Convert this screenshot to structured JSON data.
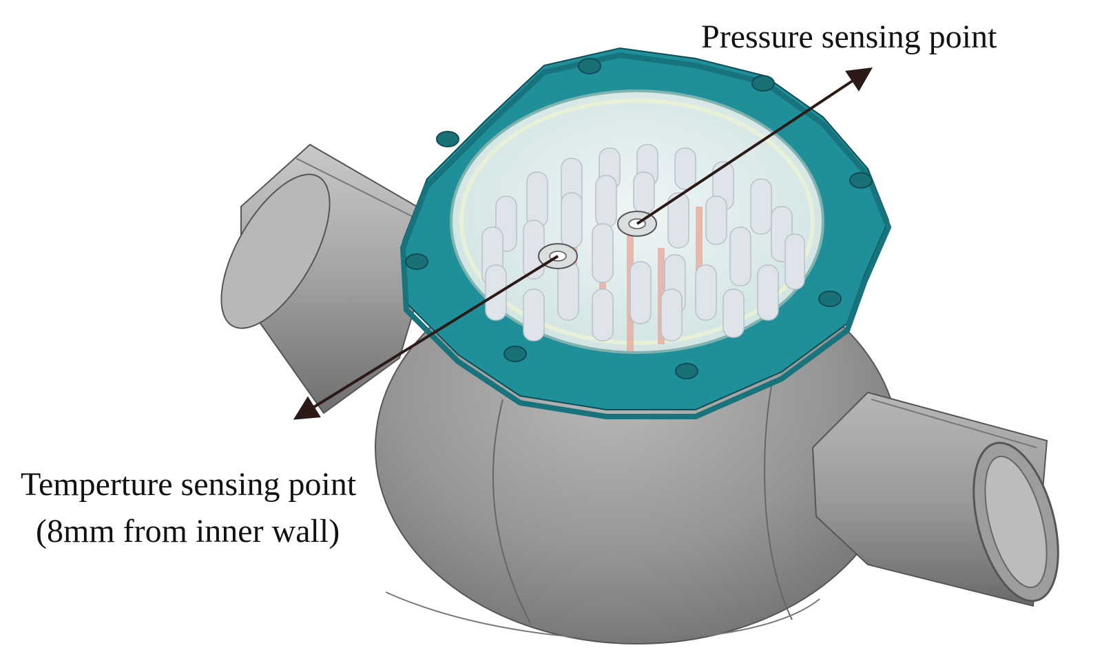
{
  "labels": {
    "pressure": "Pressure sensing point",
    "temperature_line1": "Temperture sensing point",
    "temperature_line2": "(8mm from inner wall)"
  },
  "colors": {
    "body_gray": "#8f8f8f",
    "flange_teal": "#1f8f9a",
    "glass": "#d6e8e6",
    "rods": "#dfe4ea",
    "heater_red": "#e6a79a",
    "arrow": "#2b1a16"
  },
  "icons": {
    "pressure_arrow": "double-arrow",
    "temperature_arrow": "double-arrow"
  }
}
